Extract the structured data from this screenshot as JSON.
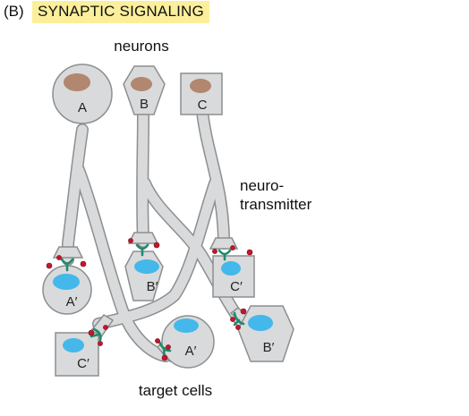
{
  "figure": {
    "panel_letter": "(B)",
    "title": "SYNAPTIC SIGNALING"
  },
  "labels": {
    "neurons": "neurons",
    "target_cells": "target cells",
    "neurotransmitter_line1": "neuro-",
    "neurotransmitter_line2": "transmitter"
  },
  "neurons": [
    {
      "id": "A",
      "label": "A",
      "shape": "circle"
    },
    {
      "id": "B",
      "label": "B",
      "shape": "hexagon"
    },
    {
      "id": "C",
      "label": "C",
      "shape": "square"
    }
  ],
  "target_cells": [
    {
      "id": "A1",
      "label": "A′",
      "shape": "circle"
    },
    {
      "id": "B1",
      "label": "B′",
      "shape": "hexagon"
    },
    {
      "id": "C1",
      "label": "C′",
      "shape": "square"
    },
    {
      "id": "A2",
      "label": "A′",
      "shape": "circle"
    },
    {
      "id": "B2",
      "label": "B′",
      "shape": "hexagon"
    },
    {
      "id": "C2",
      "label": "C′",
      "shape": "square"
    }
  ],
  "colors": {
    "title_highlight": "#fbef9b",
    "cell_fill": "#d9dadb",
    "cell_stroke": "#8c8e90",
    "neuron_nucleus": "#b2876f",
    "target_nucleus": "#44b8ea",
    "receptor": "#1e8a6e",
    "neurotransmitter": "#c4162c"
  }
}
